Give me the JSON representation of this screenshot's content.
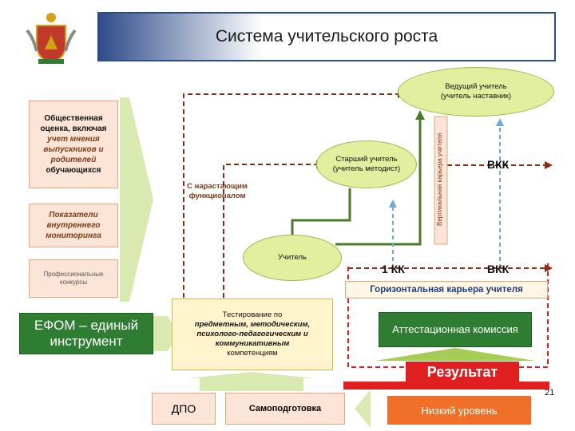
{
  "title": "Система учительского роста",
  "left_boxes": {
    "public_assessment": {
      "line1": "Общественная оценка, включая ",
      "emph": "учет мнения выпускников и родителей",
      "line2": " обучающихся"
    },
    "monitoring": "Показатели внутреннего мониторинга",
    "contests": "Профессиональные конкурсы"
  },
  "efom": "ЕФОМ – единый инструмент",
  "testing": {
    "lead": "Тестирование по",
    "emph": "предметным, методическим, психолого-педагогическим и коммуникативным",
    "tail": "компетенциям"
  },
  "bottom": {
    "dpo": "ДПО",
    "self_prep": "Самоподготовка",
    "low_level": "Низкий уровень"
  },
  "levels": {
    "teacher": "Учитель",
    "senior": {
      "line1": "Старший учитель",
      "line2": "(учитель методист)"
    },
    "lead": {
      "line1": "Ведущий учитель",
      "line2": "(учитель наставник)"
    }
  },
  "labels": {
    "increasing_func": "С нарастающим функционалом",
    "vertical_career": "Вертикальная карьера учителя",
    "horizontal_career": "Горизонтальная карьера учителя",
    "vkk_top": "ВКК",
    "kk1": "1 КК",
    "vkk_mid": "ВКК"
  },
  "attestation": "Аттестационная комиссия",
  "result": "Результат",
  "page_number": "21",
  "colors": {
    "title_border": "#2e4c8a",
    "green": "#2e7d32",
    "peach": "#fce4d6",
    "lime": "#e2ef9e",
    "red": "#e02020",
    "orange": "#f0702a",
    "dashed_brown": "#8b2d12"
  }
}
